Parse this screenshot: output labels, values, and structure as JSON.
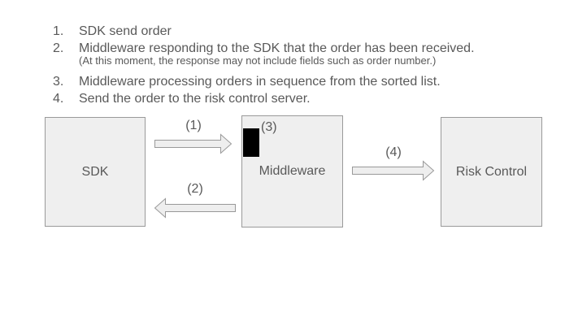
{
  "steps": {
    "items": [
      {
        "number": "1.",
        "text": "SDK send order"
      },
      {
        "number": "2.",
        "text": "Middleware responding to the SDK that the order has been received.",
        "note": "(At this moment, the response may not include fields such as order number.)"
      },
      {
        "number": "3.",
        "text": "Middleware processing orders in sequence from the sorted list."
      },
      {
        "number": "4.",
        "text": "Send the order to the risk control server."
      }
    ]
  },
  "diagram": {
    "nodes": {
      "sdk": {
        "label": "SDK"
      },
      "middleware": {
        "label": "Middleware"
      },
      "risk_control": {
        "label": "Risk Control"
      }
    },
    "arrows": {
      "a1": {
        "label": "(1)",
        "direction": "right",
        "from": "SDK",
        "to": "Middleware"
      },
      "a2": {
        "label": "(2)",
        "direction": "left",
        "from": "Middleware",
        "to": "SDK"
      },
      "a4": {
        "label": "(4)",
        "direction": "right",
        "from": "Middleware",
        "to": "Risk Control"
      }
    },
    "queue": {
      "label": "(3)"
    },
    "colors": {
      "node_fill": "#efefef",
      "node_border": "#9a9a9a",
      "arrow_fill": "#eeeeee",
      "arrow_border": "#999999",
      "text": "#595959",
      "queue_marker": "#000000"
    }
  }
}
